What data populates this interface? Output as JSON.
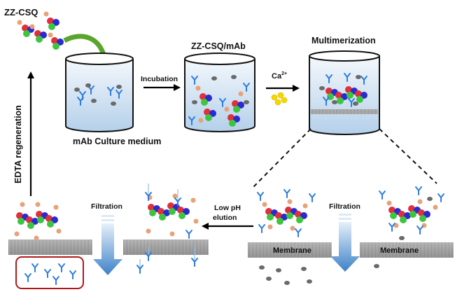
{
  "diagram": {
    "title_labels": {
      "reagent": "ZZ-CSQ",
      "step1_caption": "mAb Culture medium",
      "step2_title": "ZZ-CSQ/mAb",
      "step3_title": "Multimerization"
    },
    "arrows": {
      "incubation": "Incubation",
      "calcium": "Ca",
      "calcium_sup": "2+",
      "regeneration": "EDTA regeneration",
      "low_ph_line1": "Low pH",
      "low_ph_line2": "elution",
      "filtration_left": "Filtration",
      "filtration_right": "Filtration"
    },
    "membranes": {
      "label": "Membrane"
    },
    "colors": {
      "csq_red": "#e0303a",
      "csq_green": "#3ec43e",
      "csq_blue": "#2a2ad0",
      "zz_orange": "#e8a27a",
      "antibody_blue": "#2e7de0",
      "liquid_top": "#eef4fa",
      "liquid_bottom": "#b7d3ec",
      "membrane_gray": "#a8a8a8",
      "filtration_arrow": "#4a8ed0",
      "product_box_border": "#b01818",
      "calcium_yellow": "#f5d800",
      "green_arrow": "#5aa52e"
    }
  }
}
